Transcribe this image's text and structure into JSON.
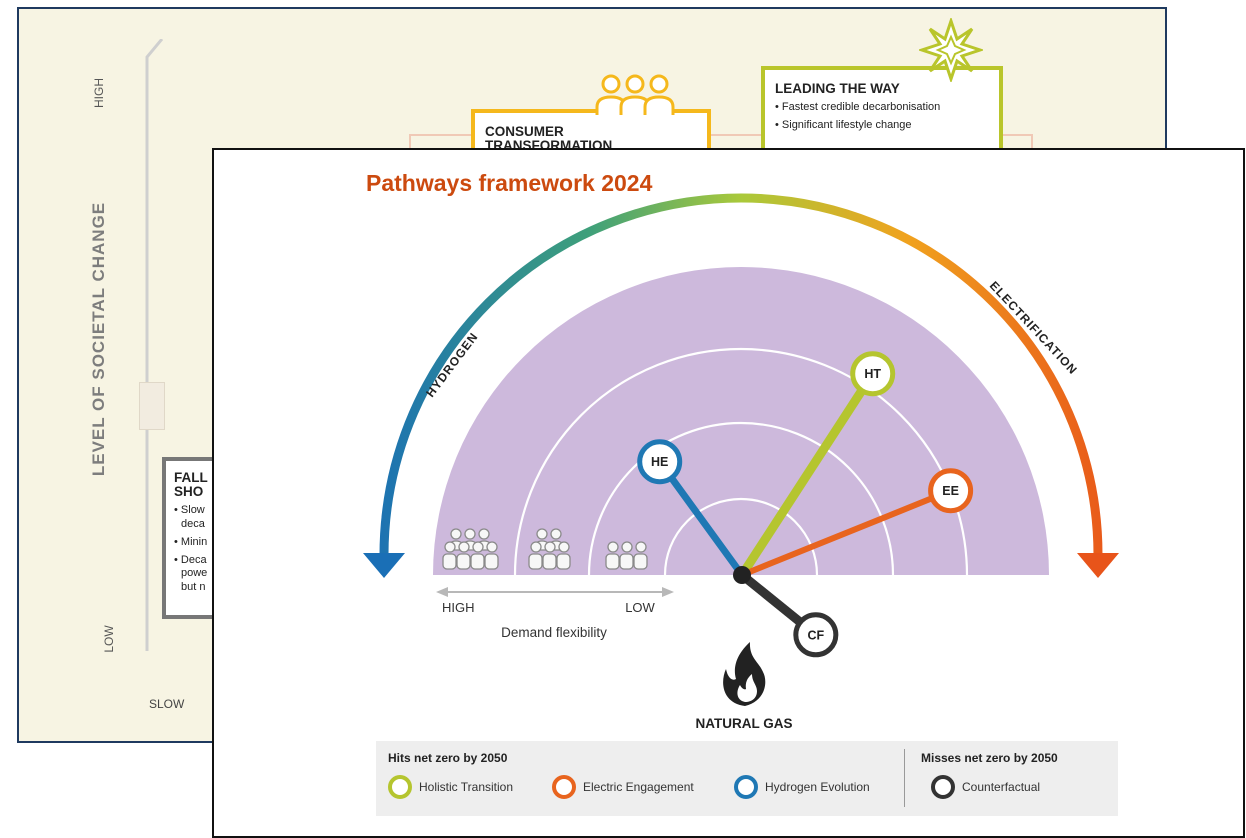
{
  "back_slide": {
    "y_axis_label": "LEVEL OF SOCIETAL CHANGE",
    "y_high": "HIGH",
    "y_low": "LOW",
    "x_slow": "SLOW",
    "consumer": {
      "title_line1": "CONSUMER",
      "title_line2": "TRANSFORMATION"
    },
    "leading": {
      "title": "LEADING THE WAY",
      "bullets": [
        "• Fastest credible decarbonisation",
        "• Significant lifestyle change"
      ]
    },
    "falling": {
      "title_line1": "FALL",
      "title_line2": "SHO",
      "bullets": [
        "• Slow",
        "deca",
        "• Minin",
        "• Deca",
        "powe",
        "but n"
      ]
    }
  },
  "front_slide": {
    "title": "Pathways framework 2024",
    "arc_labels": {
      "hydrogen": "HYDROGEN",
      "electrification": "ELECTRIFICATION"
    },
    "demand": {
      "high": "HIGH",
      "low": "LOW",
      "caption": "Demand flexibility"
    },
    "natural_gas": "NATURAL GAS",
    "pathways": [
      {
        "code": "HT",
        "name": "Holistic Transition",
        "color": "#b5c52f",
        "angle_deg": 57
      },
      {
        "code": "HE",
        "name": "Hydrogen Evolution",
        "color": "#1f78b4",
        "angle_deg": 126
      },
      {
        "code": "EE",
        "name": "Electric Engagement",
        "color": "#e8641e",
        "angle_deg": 22
      },
      {
        "code": "CF",
        "name": "Counterfactual",
        "color": "#333333",
        "angle_deg": -39
      }
    ],
    "legend": {
      "hits_title": "Hits net zero by 2050",
      "misses_title": "Misses net zero by 2050",
      "items": [
        {
          "label": "Holistic Transition",
          "color": "#b5c52f"
        },
        {
          "label": "Electric Engagement",
          "color": "#e8641e"
        },
        {
          "label": "Hydrogen Evolution",
          "color": "#1f78b4"
        },
        {
          "label": "Counterfactual",
          "color": "#333333"
        }
      ]
    },
    "colors": {
      "purple_fill": "#cdb9dc",
      "title": "#cc4a0f"
    }
  }
}
